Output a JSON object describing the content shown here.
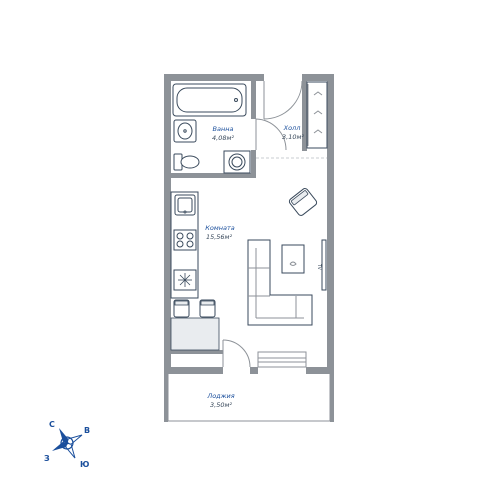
{
  "rooms": {
    "bath": {
      "name": "Ванна",
      "area": "4,08м²"
    },
    "hall": {
      "name": "Холл",
      "area": "3,10м²"
    },
    "room": {
      "name": "Комната",
      "area": "15,56м²"
    },
    "loggia": {
      "name": "Лоджия",
      "area": "3,50м²"
    }
  },
  "tv": {
    "label": "TV"
  },
  "compass": {
    "north": "С",
    "east": "В",
    "south": "Ю",
    "west": "З"
  },
  "colors": {
    "wall": "#8d9298",
    "accent": "#1b4f9c",
    "furniture_stroke": "#3a4a5c"
  }
}
